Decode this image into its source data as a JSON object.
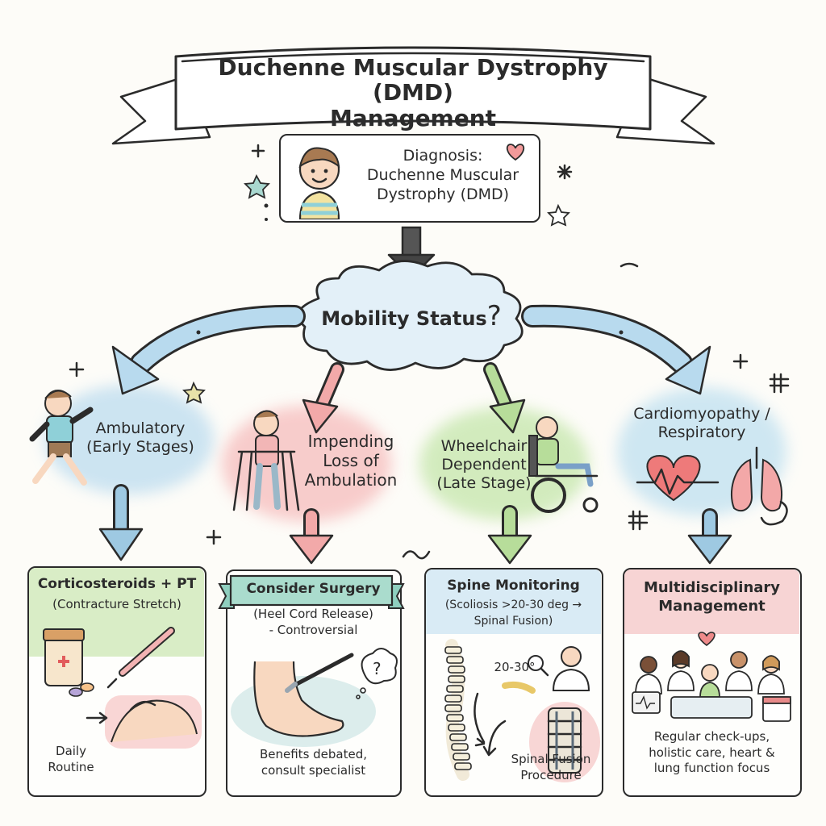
{
  "title": {
    "line1": "Duchenne Muscular Dystrophy (DMD)",
    "line2": "Management"
  },
  "diagnosis": {
    "line1": "Diagnosis:",
    "line2": "Duchenne Muscular",
    "line3": "Dystrophy (DMD)"
  },
  "decision": {
    "label": "Mobility Status",
    "mark": "?"
  },
  "stages": [
    {
      "line1": "Ambulatory",
      "line2": "(Early Stages)",
      "line3": ""
    },
    {
      "line1": "Impending",
      "line2": "Loss of",
      "line3": "Ambulation"
    },
    {
      "line1": "Wheelchair",
      "line2": "Dependent",
      "line3": "(Late Stage)"
    },
    {
      "line1": "Cardiomyopathy /",
      "line2": "Respiratory",
      "line3": ""
    }
  ],
  "cards": [
    {
      "title": "Corticosteroids + PT",
      "subtitle": "(Contracture Stretch)",
      "footer_line1": "Daily",
      "footer_line2": "Routine"
    },
    {
      "title": "Consider Surgery",
      "subtitle": "(Heel Cord Release)",
      "subtitle2": "- Controversial",
      "footer_line1": "Benefits debated,",
      "footer_line2": "consult specialist"
    },
    {
      "title": "Spine Monitoring",
      "subtitle": "(Scoliosis >20-30 deg →",
      "subtitle2": "Spinal Fusion)",
      "angle_label": "20-30°",
      "footer_line1": "Spinal Fusion",
      "footer_line2": "Procedure"
    },
    {
      "title": "Multidisciplinary",
      "subtitle": "Management",
      "footer_line1": "Regular check-ups,",
      "footer_line2": "holistic care, heart &",
      "footer_line3": "lung function focus"
    }
  ],
  "colors": {
    "blue": "#a9cfe3",
    "pink": "#f2a9a9",
    "green": "#b7dd9a",
    "blue_arrow": "#9ec9e2",
    "card_green": "#bfe3a8",
    "card_teal": "#9fd6c8",
    "card_blue": "#b9dcee",
    "card_pink": "#f5c0c0"
  }
}
